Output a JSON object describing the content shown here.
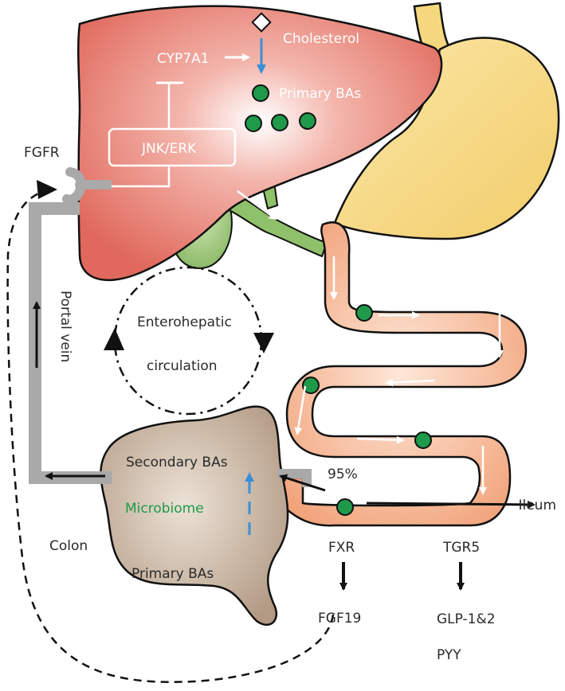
{
  "labels": {
    "cholesterol": "Cholesterol",
    "cyp7a1": "CYP7A1",
    "primary_bas_liver": "Primary BAs",
    "jnk_erk": "JNK/ERK",
    "fgfr": "FGFR",
    "portal_vein": "Portal vein",
    "enterohepatic_line1": "Enterohepatic",
    "enterohepatic_line2": "circulation",
    "secondary_bas": "Secondary BAs",
    "microbiome": "Microbiome",
    "primary_bas_colon": "Primary BAs",
    "colon": "Colon",
    "percent": "95%",
    "ileum": "Ileum",
    "fxr": "FXR",
    "fgf19": "FGF19",
    "tgr5": "TGR5",
    "glp": "GLP-1&2",
    "pyy": "PYY"
  },
  "colors": {
    "liver_dark": "#e06a5f",
    "liver_light": "#ffffff",
    "gallbladder": "#8fc06a",
    "stomach": "#f5d77e",
    "intestine": "#f2a27a",
    "colon": "#b9a48f",
    "bile_acid_dot": "#1e9a4a",
    "portal_vein": "#a9a9a9",
    "inhibit_arrow": "#3c8fd6",
    "microbiome_text": "#1e9a4a"
  }
}
